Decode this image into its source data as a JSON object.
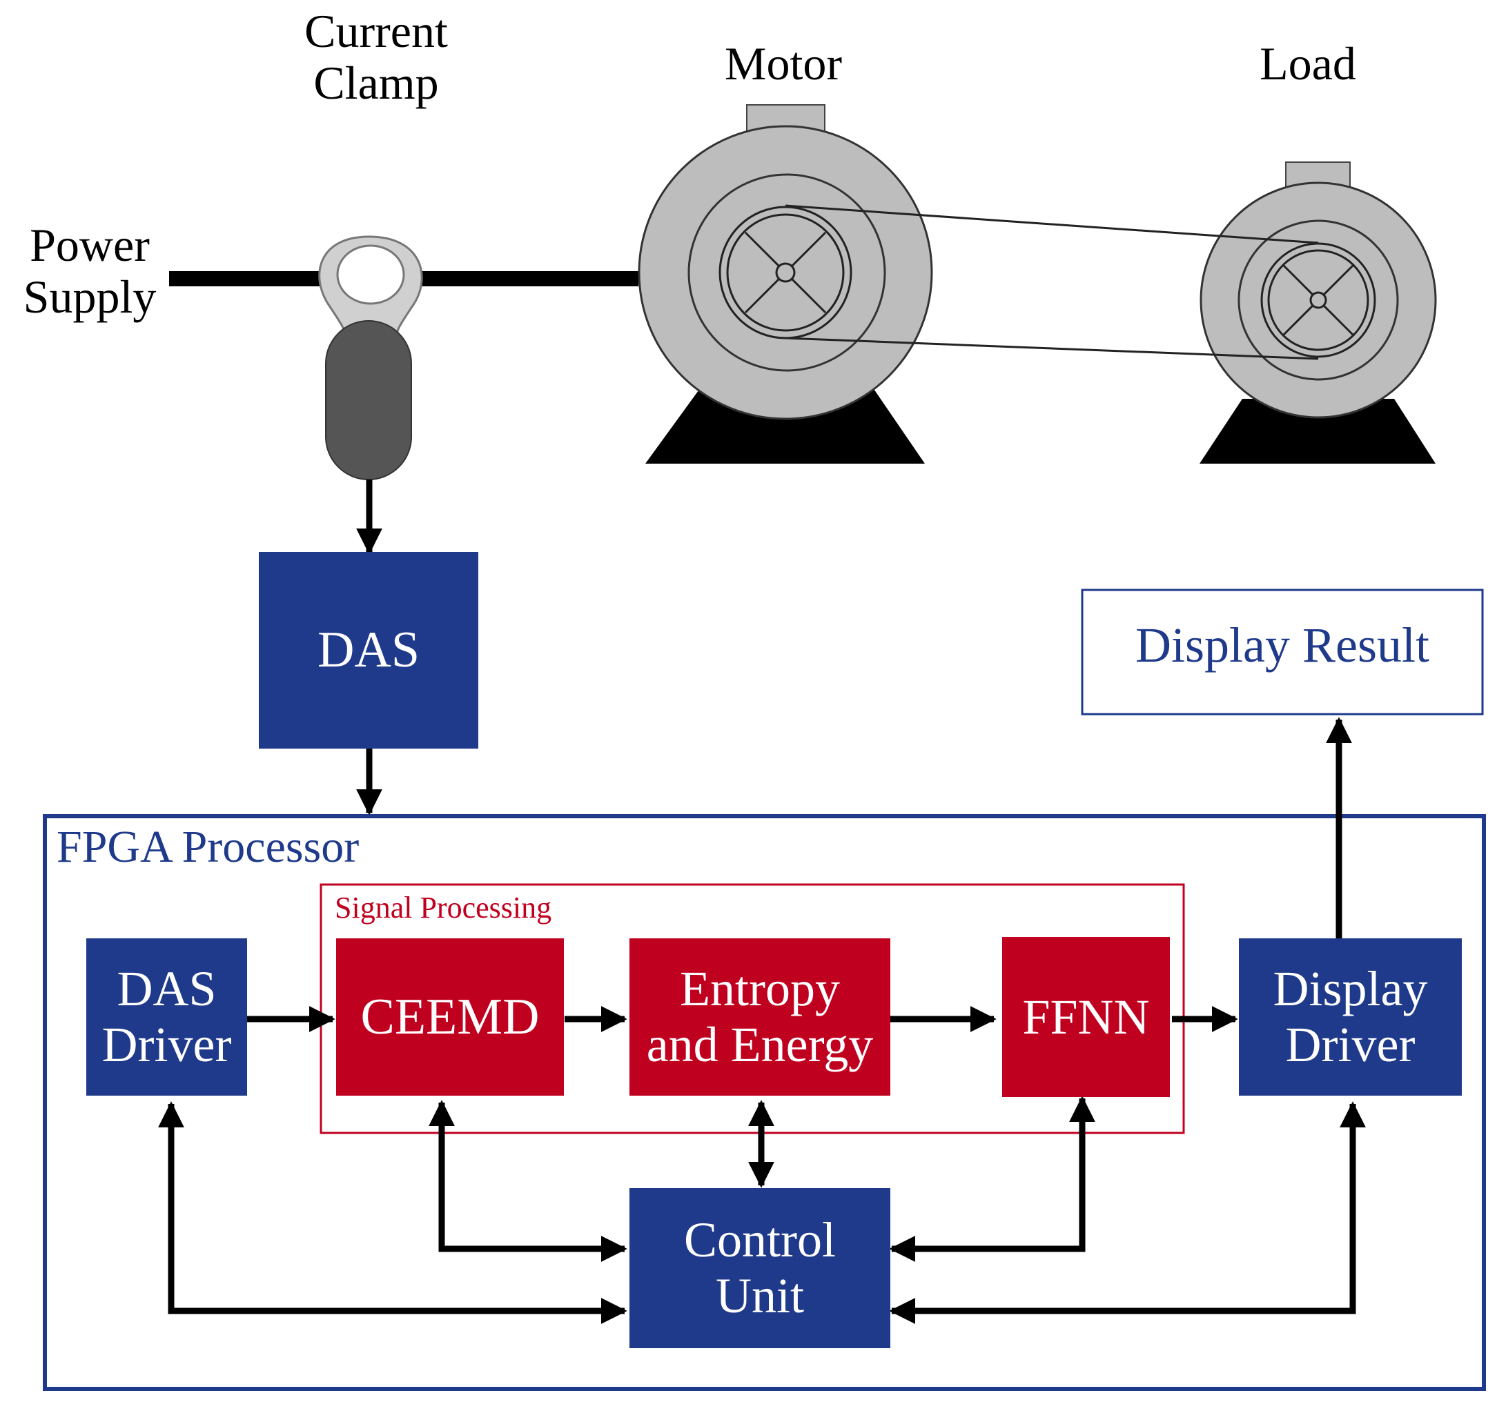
{
  "colors": {
    "block_blue": "#1f3a8a",
    "block_red": "#c0001f",
    "motor_grey": "#bdbdbd",
    "clamp_dark": "#555555",
    "line_black": "#000000"
  },
  "hardware": {
    "power_supply": "Power\nSupply",
    "current_clamp": "Current\nClamp",
    "motor": "Motor",
    "load": "Load"
  },
  "blocks": {
    "das": "DAS",
    "display_result": "Display Result",
    "fpga_processor": "FPGA Processor",
    "signal_processing": "Signal Processing",
    "das_driver": "DAS\nDriver",
    "ceemd": "CEEMD",
    "entropy_energy": "Entropy\nand Energy",
    "ffnn": "FFNN",
    "display_driver": "Display\nDriver",
    "control_unit": "Control\nUnit"
  }
}
